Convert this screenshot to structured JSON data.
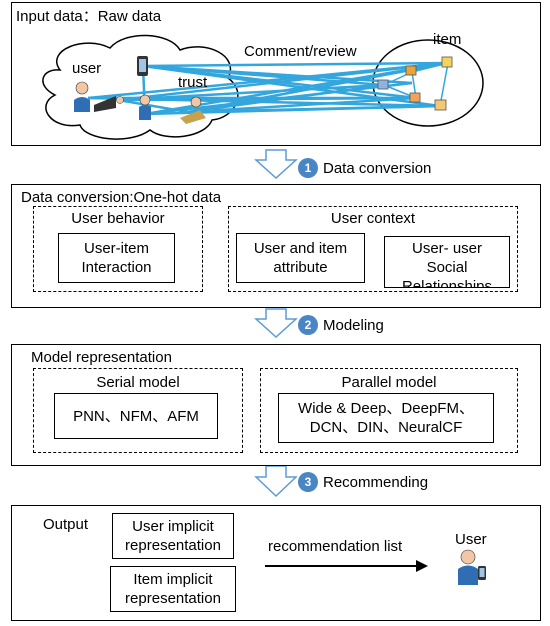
{
  "section1": {
    "title": "Input data：Raw data",
    "user_label": "user",
    "trust_label": "trust",
    "comment_label": "Comment/review",
    "item_label": "item"
  },
  "steps": [
    {
      "number": "1",
      "label": "Data conversion"
    },
    {
      "number": "2",
      "label": "Modeling"
    },
    {
      "number": "3",
      "label": "Recommending"
    }
  ],
  "section2": {
    "title": "Data conversion:One-hot data",
    "user_behavior": {
      "title": "User behavior",
      "box": "User-item\nInteraction"
    },
    "user_context": {
      "title": "User context",
      "box1": "User and item\nattribute",
      "box2": "User- user\nSocial\nRelationships"
    }
  },
  "section3": {
    "title": "Model representation",
    "serial": {
      "title": "Serial model",
      "box": "PNN、NFM、AFM"
    },
    "parallel": {
      "title": "Parallel model",
      "box": "Wide & Deep、DeepFM、\nDCN、DIN、NeuralCF"
    }
  },
  "section4": {
    "title": "Output",
    "user_rep": "User implicit\nrepresentation",
    "item_rep": "Item implicit\nrepresentation",
    "rec_label": "recommendation list",
    "user_label": "User"
  },
  "colors": {
    "arrow_fill": "#ffffff",
    "arrow_stroke": "#5b9bd5",
    "links": "#33a6dd",
    "step_badge": "#4a86c5"
  }
}
